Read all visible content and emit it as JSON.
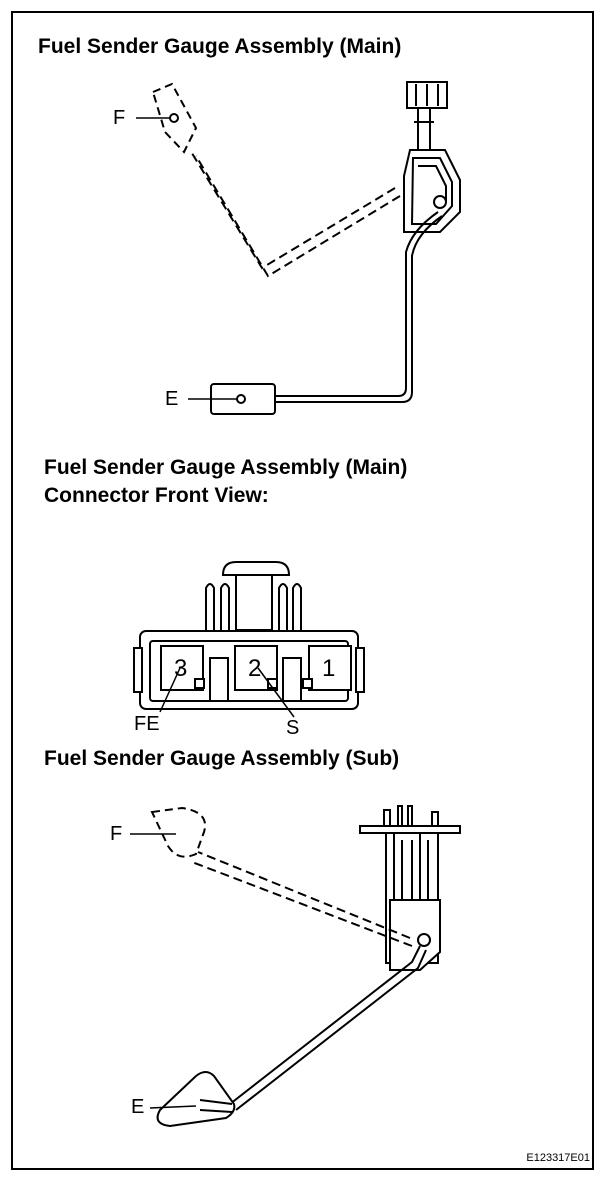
{
  "titles": {
    "main": "Fuel Sender Gauge Assembly (Main)",
    "connector_line1": "Fuel Sender Gauge Assembly (Main)",
    "connector_line2": "Connector Front View:",
    "sub": "Fuel Sender Gauge Assembly (Sub)"
  },
  "main_assembly": {
    "float_full_label": "F",
    "float_empty_label": "E"
  },
  "connector": {
    "pins": [
      "3",
      "2",
      "1"
    ],
    "pin_labels": {
      "pin3": "FE",
      "pin2": "S"
    }
  },
  "sub_assembly": {
    "float_full_label": "F",
    "float_empty_label": "E"
  },
  "figure_code": "E123317E01"
}
